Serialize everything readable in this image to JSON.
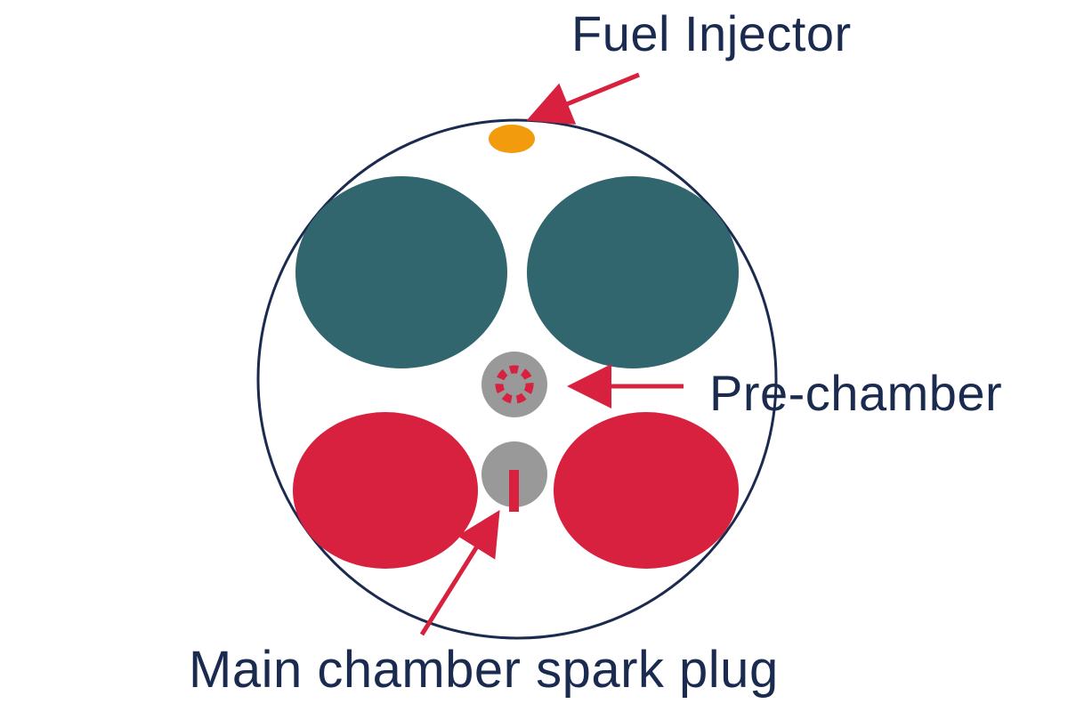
{
  "labels": {
    "fuel_injector": "Fuel Injector",
    "pre_chamber": "Pre-chamber",
    "main_spark_plug": "Main  chamber spark plug"
  },
  "colors": {
    "outline": "#1a2b4f",
    "intake_valves": "#31666e",
    "exhaust_valves": "#d7213f",
    "injector": "#f29b0c",
    "component_gray": "#999999",
    "arrow": "#d7213f",
    "text": "#1a2b4f"
  }
}
